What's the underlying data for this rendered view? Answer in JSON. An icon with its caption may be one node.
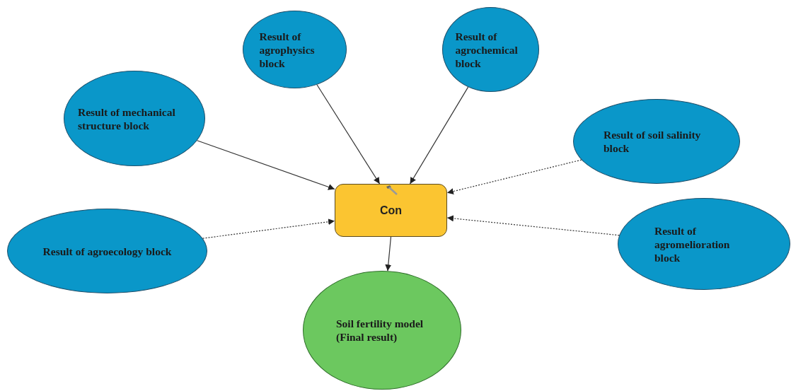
{
  "diagram": {
    "nodes": [
      {
        "text": [
          "Result of agrophysics block"
        ]
      },
      {
        "text": [
          "Result of agrochemical block"
        ]
      },
      {
        "text": [
          "Result of mechanical structure block"
        ]
      },
      {
        "text": [
          "Result of soil salinity block"
        ]
      },
      {
        "text": [
          "Con"
        ]
      },
      {
        "text": [
          "Result of agroecology block"
        ]
      },
      {
        "text": [
          "Result of agromelioration block"
        ]
      },
      {
        "text": [
          "Soil fertility model (Final result)"
        ]
      }
    ],
    "edges": [
      {
        "from": 2,
        "to": 4,
        "arrow": "to"
      },
      {
        "from": 0,
        "to": 4,
        "arrow": "to"
      },
      {
        "from": 1,
        "to": 4,
        "arrow": "to"
      },
      {
        "from": 3,
        "to": 4,
        "arrow": "to",
        "style": "dashed"
      },
      {
        "from": 5,
        "to": 4,
        "arrow": "to",
        "style": "dashed"
      },
      {
        "from": 6,
        "to": 4,
        "arrow": "to",
        "style": "dashed"
      },
      {
        "from": 4,
        "to": 7,
        "arrow": "to"
      }
    ]
  }
}
